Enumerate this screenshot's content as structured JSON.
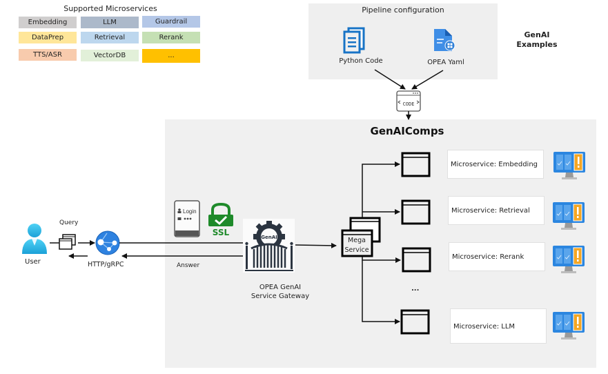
{
  "legend": {
    "title": "Supported Microservices",
    "chips": [
      {
        "label": "Embedding",
        "color": "#d0cece"
      },
      {
        "label": "LLM",
        "color": "#acb9ca"
      },
      {
        "label": "Guardrail",
        "color": "#b4c7e7"
      },
      {
        "label": "DataPrep",
        "color": "#ffe699"
      },
      {
        "label": "Retrieval",
        "color": "#bdd7ee"
      },
      {
        "label": "Rerank",
        "color": "#c5e0b4"
      },
      {
        "label": "TTS/ASR",
        "color": "#f8cbad"
      },
      {
        "label": "VectorDB",
        "color": "#e2f0d9"
      },
      {
        "label": "...",
        "color": "#ffc000"
      }
    ]
  },
  "pipeline": {
    "title": "Pipeline configuration",
    "python_label": "Python Code",
    "yaml_label": "OPEA Yaml",
    "code_icon_text": "CODE"
  },
  "examples": {
    "line1": "GenAI",
    "line2": "Examples"
  },
  "comps": {
    "title": "GenAIComps"
  },
  "flow": {
    "user_label": "User",
    "query_label": "Query",
    "protocol_label": "HTTP/gRPC",
    "answer_label": "Answer",
    "login_label": "Login",
    "ssl_label": "SSL",
    "gateway_badge": "GenAI",
    "gateway_line1": "OPEA GenAI",
    "gateway_line2": "Service Gateway",
    "mega_line1": "Mega",
    "mega_line2": "Service",
    "ellipsis": "..."
  },
  "microservices": [
    {
      "label": "Microservice: Embedding"
    },
    {
      "label": "Microservice: Retrieval"
    },
    {
      "label": "Microservice: Rerank"
    },
    {
      "label": "Microservice: LLM"
    }
  ],
  "colors": {
    "panel": "#f0f0f0",
    "icon_blue": "#1e88e5",
    "ssl_green": "#1e8a2a",
    "warn_orange": "#f5a623",
    "gateway_dark": "#2b3440"
  }
}
